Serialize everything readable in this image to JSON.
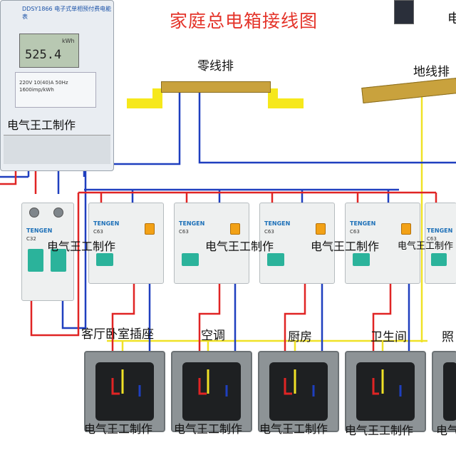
{
  "diagram": {
    "title": "家庭总电箱接线图",
    "neutral_bar_label": "零线排",
    "ground_bar_label": "地线排",
    "corner_text": "电",
    "meter": {
      "reading": "525.4",
      "unit": "kWh",
      "brand": "DDSY1866 电子式单相预付费电能表",
      "plate_text": "220V 10(40)A 50Hz 1600imp/kWh"
    },
    "watermark": "电气王工制作",
    "main_breaker": {
      "brand": "TENGEN",
      "model": "C32"
    },
    "branch_breakers": [
      {
        "brand": "TENGEN",
        "model": "C63"
      },
      {
        "brand": "TENGEN",
        "model": "C63"
      },
      {
        "brand": "TENGEN",
        "model": "C63"
      },
      {
        "brand": "TENGEN",
        "model": "C63"
      },
      {
        "brand": "TENGEN",
        "model": "C63"
      }
    ],
    "circuits": [
      {
        "label": "客厅卧室插座"
      },
      {
        "label": "空调"
      },
      {
        "label": "厨房"
      },
      {
        "label": "卫生间"
      },
      {
        "label": "照"
      }
    ],
    "wire_colors": {
      "live": "#e02424",
      "neutral": "#1f3fbf",
      "ground": "#f0e226"
    }
  }
}
